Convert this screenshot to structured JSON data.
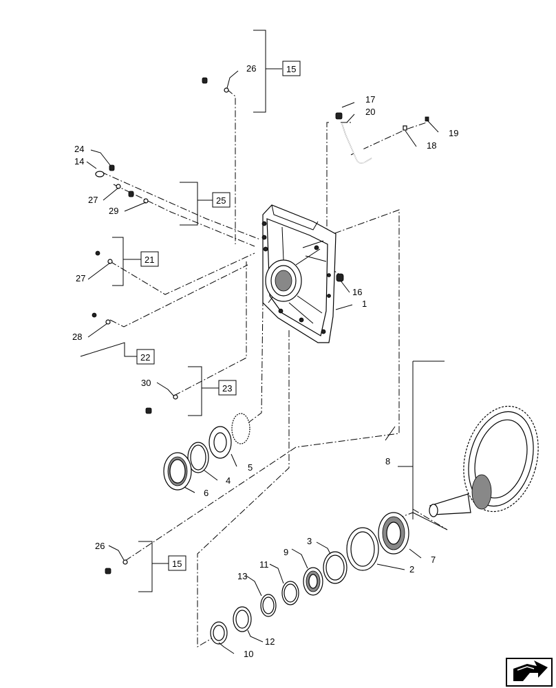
{
  "callouts": {
    "c1": "1",
    "c2": "2",
    "c3": "3",
    "c4": "4",
    "c5": "5",
    "c6": "6",
    "c7": "7",
    "c8": "8",
    "c9": "9",
    "c10": "10",
    "c11": "11",
    "c12": "12",
    "c13": "13",
    "c14": "14",
    "c16": "16",
    "c17": "17",
    "c18": "18",
    "c19": "19",
    "c20": "20",
    "c24": "24",
    "c26a": "26",
    "c26b": "26",
    "c27a": "27",
    "c27b": "27",
    "c28": "28",
    "c29": "29",
    "c30": "30"
  },
  "ref_boxes": {
    "r15a": "15",
    "r15b": "15",
    "r21": "21",
    "r22": "22",
    "r23": "23",
    "r25": "25"
  },
  "nav_icon": "next-page-arrow-icon"
}
